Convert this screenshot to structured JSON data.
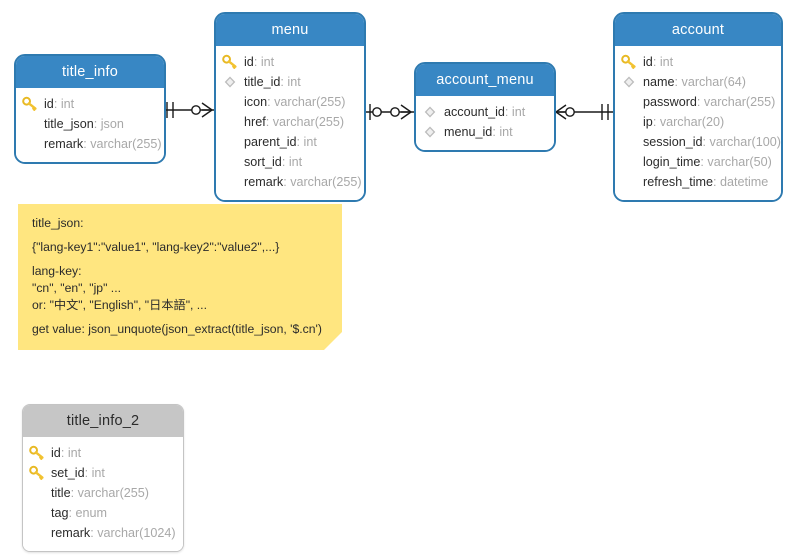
{
  "diagram": {
    "title": "Database ER Diagram",
    "colors": {
      "entity_header": "#3887c4",
      "entity_border": "#2e7ab0",
      "entity_body": "#ffffff",
      "secondary_header": "#c6c6c6",
      "secondary_border": "#c4c4c4",
      "note_background": "#ffe680",
      "field_name": "#2b2b2b",
      "field_type": "#a8a8a8",
      "key_icon": "#f2c230",
      "fk_icon": "#bdbdbd",
      "connector": "#1a1a1a",
      "canvas": "#ffffff"
    }
  },
  "entities": [
    {
      "id": "title_info",
      "name": "title_info",
      "style": "blue",
      "fields": [
        {
          "icon": "key-icon",
          "name": "id",
          "type": "int"
        },
        {
          "icon": "none",
          "name": "title_json",
          "type": "json"
        },
        {
          "icon": "none",
          "name": "remark",
          "type": "varchar(255)"
        }
      ]
    },
    {
      "id": "menu",
      "name": "menu",
      "style": "blue",
      "fields": [
        {
          "icon": "key-icon",
          "name": "id",
          "type": "int"
        },
        {
          "icon": "diamond-icon",
          "name": "title_id",
          "type": "int"
        },
        {
          "icon": "none",
          "name": "icon",
          "type": "varchar(255)"
        },
        {
          "icon": "none",
          "name": "href",
          "type": "varchar(255)"
        },
        {
          "icon": "none",
          "name": "parent_id",
          "type": "int"
        },
        {
          "icon": "none",
          "name": "sort_id",
          "type": "int"
        },
        {
          "icon": "none",
          "name": "remark",
          "type": "varchar(255)"
        }
      ]
    },
    {
      "id": "account_menu",
      "name": "account_menu",
      "style": "blue",
      "fields": [
        {
          "icon": "diamond-icon",
          "name": "account_id",
          "type": "int"
        },
        {
          "icon": "diamond-icon",
          "name": "menu_id",
          "type": "int"
        }
      ]
    },
    {
      "id": "account",
      "name": "account",
      "style": "blue",
      "fields": [
        {
          "icon": "key-icon",
          "name": "id",
          "type": "int"
        },
        {
          "icon": "diamond-icon",
          "name": "name",
          "type": "varchar(64)"
        },
        {
          "icon": "none",
          "name": "password",
          "type": "varchar(255)"
        },
        {
          "icon": "none",
          "name": "ip",
          "type": "varchar(20)"
        },
        {
          "icon": "none",
          "name": "session_id",
          "type": "varchar(100)"
        },
        {
          "icon": "none",
          "name": "login_time",
          "type": "varchar(50)"
        },
        {
          "icon": "none",
          "name": "refresh_time",
          "type": "datetime"
        }
      ]
    },
    {
      "id": "title_info_2",
      "name": "title_info_2",
      "style": "gray",
      "fields": [
        {
          "icon": "key-icon",
          "name": "id",
          "type": "int"
        },
        {
          "icon": "key-icon",
          "name": "set_id",
          "type": "int"
        },
        {
          "icon": "none",
          "name": "title",
          "type": "varchar(255)"
        },
        {
          "icon": "none",
          "name": "tag",
          "type": "enum"
        },
        {
          "icon": "none",
          "name": "remark",
          "type": "varchar(1024)"
        }
      ]
    }
  ],
  "relationships": [
    {
      "id": "title_info-menu",
      "from": "title_info",
      "to": "menu",
      "from_cardinality": "one",
      "to_cardinality": "many"
    },
    {
      "id": "menu-account_menu",
      "from": "menu",
      "to": "account_menu",
      "from_cardinality": "zero-or-one",
      "to_cardinality": "many"
    },
    {
      "id": "account_menu-account",
      "from": "account_menu",
      "to": "account",
      "from_cardinality": "many",
      "to_cardinality": "one"
    }
  ],
  "note": {
    "id": "title_json_note",
    "lines": [
      "title_json:",
      "{\"lang-key1\":\"value1\", \"lang-key2\":\"value2\",...}",
      "lang-key:",
      "\"cn\", \"en\", \"jp\" ...",
      "or: \"中文\", \"English\", \"日本語\", ...",
      "get value: json_unquote(json_extract(title_json, '$.cn')"
    ]
  }
}
